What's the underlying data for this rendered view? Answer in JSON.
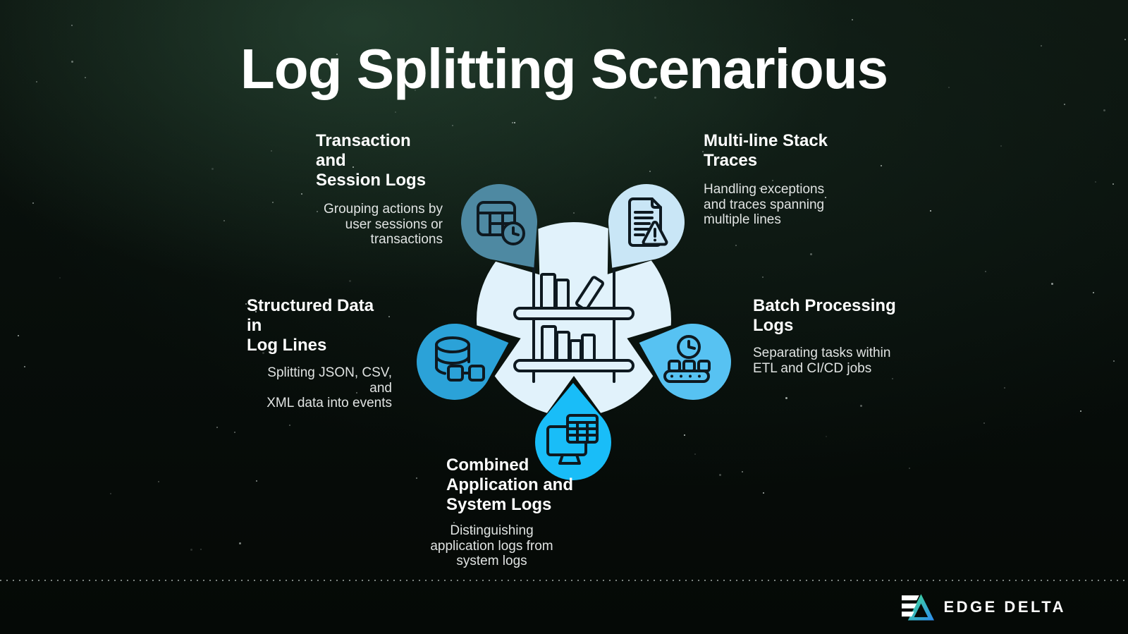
{
  "title": "Log Splitting Scenarious",
  "colors": {
    "background": "#070d0a",
    "center_circle": "#e1f2fb",
    "icon_stroke": "#0e1920",
    "brand_gradient_start": "#40df8d",
    "brand_gradient_end": "#2e8cf0"
  },
  "center": {
    "icon": "bookshelf-icon"
  },
  "scenarios": [
    {
      "name": "transaction-session-logs",
      "heading": "Transaction and\nSession Logs",
      "body": "Grouping actions by\nuser sessions or\ntransactions",
      "icon": "table-clock-icon",
      "color": "#4e89a2"
    },
    {
      "name": "multiline-stack-traces",
      "heading": "Multi-line Stack\nTraces",
      "body": "Handling exceptions\nand traces spanning\nmultiple lines",
      "icon": "document-warning-icon",
      "color": "#c9e6f6"
    },
    {
      "name": "structured-data-in-log-lines",
      "heading": "Structured Data in\nLog Lines",
      "body": "Splitting JSON, CSV, and\nXML data into events",
      "icon": "database-link-icon",
      "color": "#2ba2d8"
    },
    {
      "name": "batch-processing-logs",
      "heading": "Batch Processing\nLogs",
      "body": "Separating tasks within\nETL and CI/CD jobs",
      "icon": "clock-conveyor-icon",
      "color": "#57c2f2"
    },
    {
      "name": "combined-application-system-logs",
      "heading": "Combined\nApplication and\nSystem Logs",
      "body": "Distinguishing\napplication logs from\nsystem logs",
      "icon": "monitor-table-icon",
      "color": "#19bdf8"
    }
  ],
  "brand": {
    "name": "EDGE DELTA"
  }
}
